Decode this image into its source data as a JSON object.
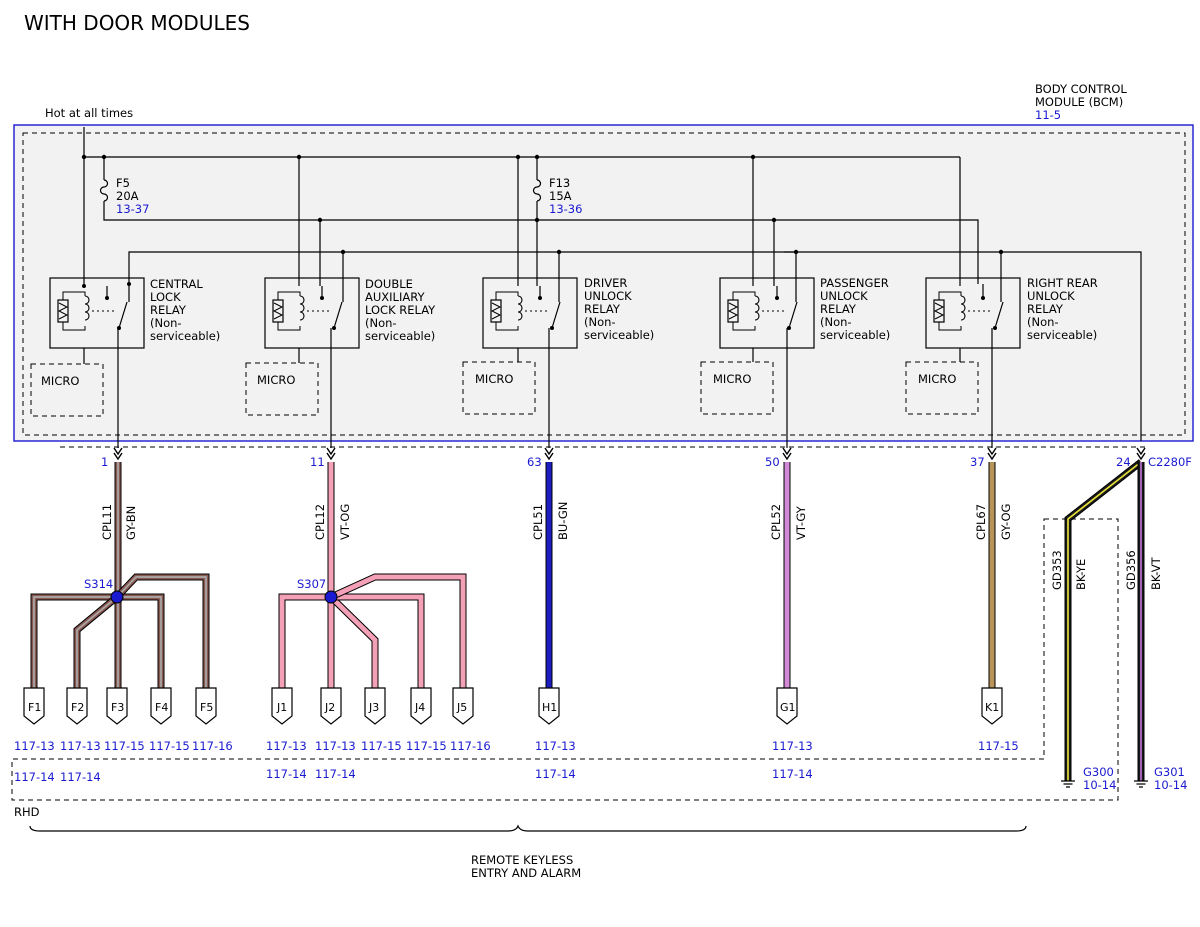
{
  "title": "WITH DOOR MODULES",
  "bcm": {
    "line1": "BODY CONTROL",
    "line2": "MODULE (BCM)",
    "ref": "11-5"
  },
  "hot_label": "Hot at all times",
  "fuses": [
    {
      "name": "F5",
      "rating": "20A",
      "ref": "13-37"
    },
    {
      "name": "F13",
      "rating": "15A",
      "ref": "13-36"
    }
  ],
  "relays": [
    {
      "lines": [
        "CENTRAL",
        "LOCK",
        "RELAY",
        "(Non-",
        "serviceable)"
      ]
    },
    {
      "lines": [
        "DOUBLE",
        "AUXILIARY",
        "LOCK RELAY",
        "(Non-",
        "serviceable)"
      ]
    },
    {
      "lines": [
        "DRIVER",
        "UNLOCK",
        "RELAY",
        "(Non-",
        "serviceable)"
      ]
    },
    {
      "lines": [
        "PASSENGER",
        "UNLOCK",
        "RELAY",
        "(Non-",
        "serviceable)"
      ]
    },
    {
      "lines": [
        "RIGHT REAR",
        "UNLOCK",
        "RELAY",
        "(Non-",
        "serviceable)"
      ]
    }
  ],
  "micro_label": "MICRO",
  "connector_label": "C2280F",
  "pins": [
    "1",
    "11",
    "63",
    "50",
    "37",
    "24"
  ],
  "wires": [
    {
      "circuit": "CPL11",
      "color_code": "GY-BN",
      "base": "#8a5a52",
      "stripe": "#aaaaaa"
    },
    {
      "circuit": "CPL12",
      "color_code": "VT-OG",
      "base": "#f4a0b6",
      "stripe": "#f4a0b6"
    },
    {
      "circuit": "CPL51",
      "color_code": "BU-GN",
      "base": "#1c1cc0",
      "stripe": "#1c1cc0"
    },
    {
      "circuit": "CPL52",
      "color_code": "VT-GY",
      "base": "#d28ad6",
      "stripe": "#d28ad6"
    },
    {
      "circuit": "CPL67",
      "color_code": "GY-OG",
      "base": "#b8935a",
      "stripe": "#b8935a"
    },
    {
      "circuit": "GD353",
      "color_code": "BK-YE",
      "base": "#1a1a1a",
      "stripe": "#e8e23a"
    },
    {
      "circuit": "GD356",
      "color_code": "BK-VT",
      "base": "#1a1a1a",
      "stripe": "#c070d8"
    }
  ],
  "splices": [
    "S314",
    "S307"
  ],
  "connectors_f": [
    "F1",
    "F2",
    "F3",
    "F4",
    "F5"
  ],
  "connectors_j": [
    "J1",
    "J2",
    "J3",
    "J4",
    "J5"
  ],
  "connector_h": "H1",
  "connector_g": "G1",
  "connector_k": "K1",
  "refs_f": [
    "117-13",
    "117-13",
    "117-15",
    "117-15",
    "117-16"
  ],
  "refs_j": [
    "117-13",
    "117-13",
    "117-15",
    "117-15",
    "117-16"
  ],
  "ref_h": "117-13",
  "ref_g": "117-13",
  "ref_k": "117-15",
  "rhd_refs": [
    "117-14",
    "117-14",
    "117-14",
    "117-14",
    "117-14",
    "117-14"
  ],
  "rhd_label": "RHD",
  "grounds": [
    {
      "name": "G300",
      "ref": "10-14"
    },
    {
      "name": "G301",
      "ref": "10-14"
    }
  ],
  "brace_label": [
    "REMOTE KEYLESS",
    "ENTRY AND ALARM"
  ]
}
